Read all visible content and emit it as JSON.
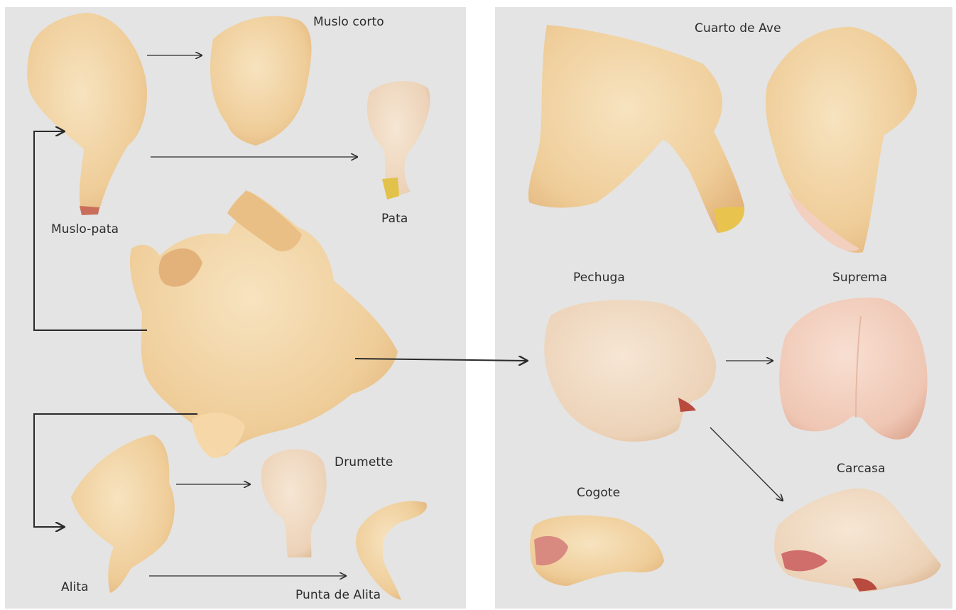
{
  "labels": {
    "muslo_corto": "Muslo corto",
    "pata": "Pata",
    "muslo_pata": "Muslo-pata",
    "drumette": "Drumette",
    "alita": "Alita",
    "punta_de_alita": "Punta de Alita",
    "cuarto_de_ave": "Cuarto de Ave",
    "pechuga": "Pechuga",
    "suprema": "Suprema",
    "carcasa": "Carcasa",
    "cogote": "Cogote"
  },
  "colors": {
    "panel_background": "#e4e4e4",
    "skin_light": "#f3d9ab",
    "skin_mid": "#ecc58f",
    "skin_pale": "#f2ddc6",
    "meat_pink": "#f3cfc0",
    "bone_red": "#b84a3e",
    "arrow": "#2a2a2a"
  }
}
